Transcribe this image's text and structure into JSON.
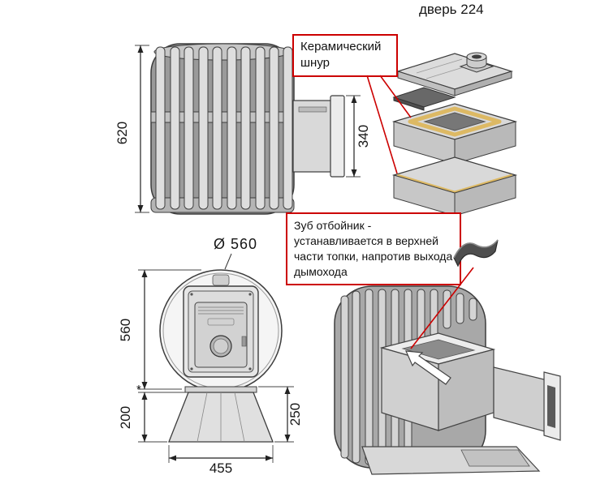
{
  "header": {
    "door_note": "дверь 224"
  },
  "callouts": {
    "ceramic_cord": {
      "text": "Керамический шнур"
    },
    "deflector": {
      "title": "Зуб отбойник -",
      "body": "устанавливается в верхней части топки, напротив выхода дымохода"
    }
  },
  "dimensions": {
    "cage_height": "620",
    "tunnel_height": "340",
    "cage_diameter": "Ø 560",
    "front_height": "560",
    "pedestal_height": "200",
    "pedestal_depth": "250",
    "base_width": "455",
    "footnote_mark": "*"
  },
  "colors": {
    "callout_border": "#cc0000",
    "leader_lines": "#cc0000",
    "ceramic_gasket": "#ddb964",
    "drawing_lines": "#3c3c3c",
    "background": "#ffffff"
  }
}
